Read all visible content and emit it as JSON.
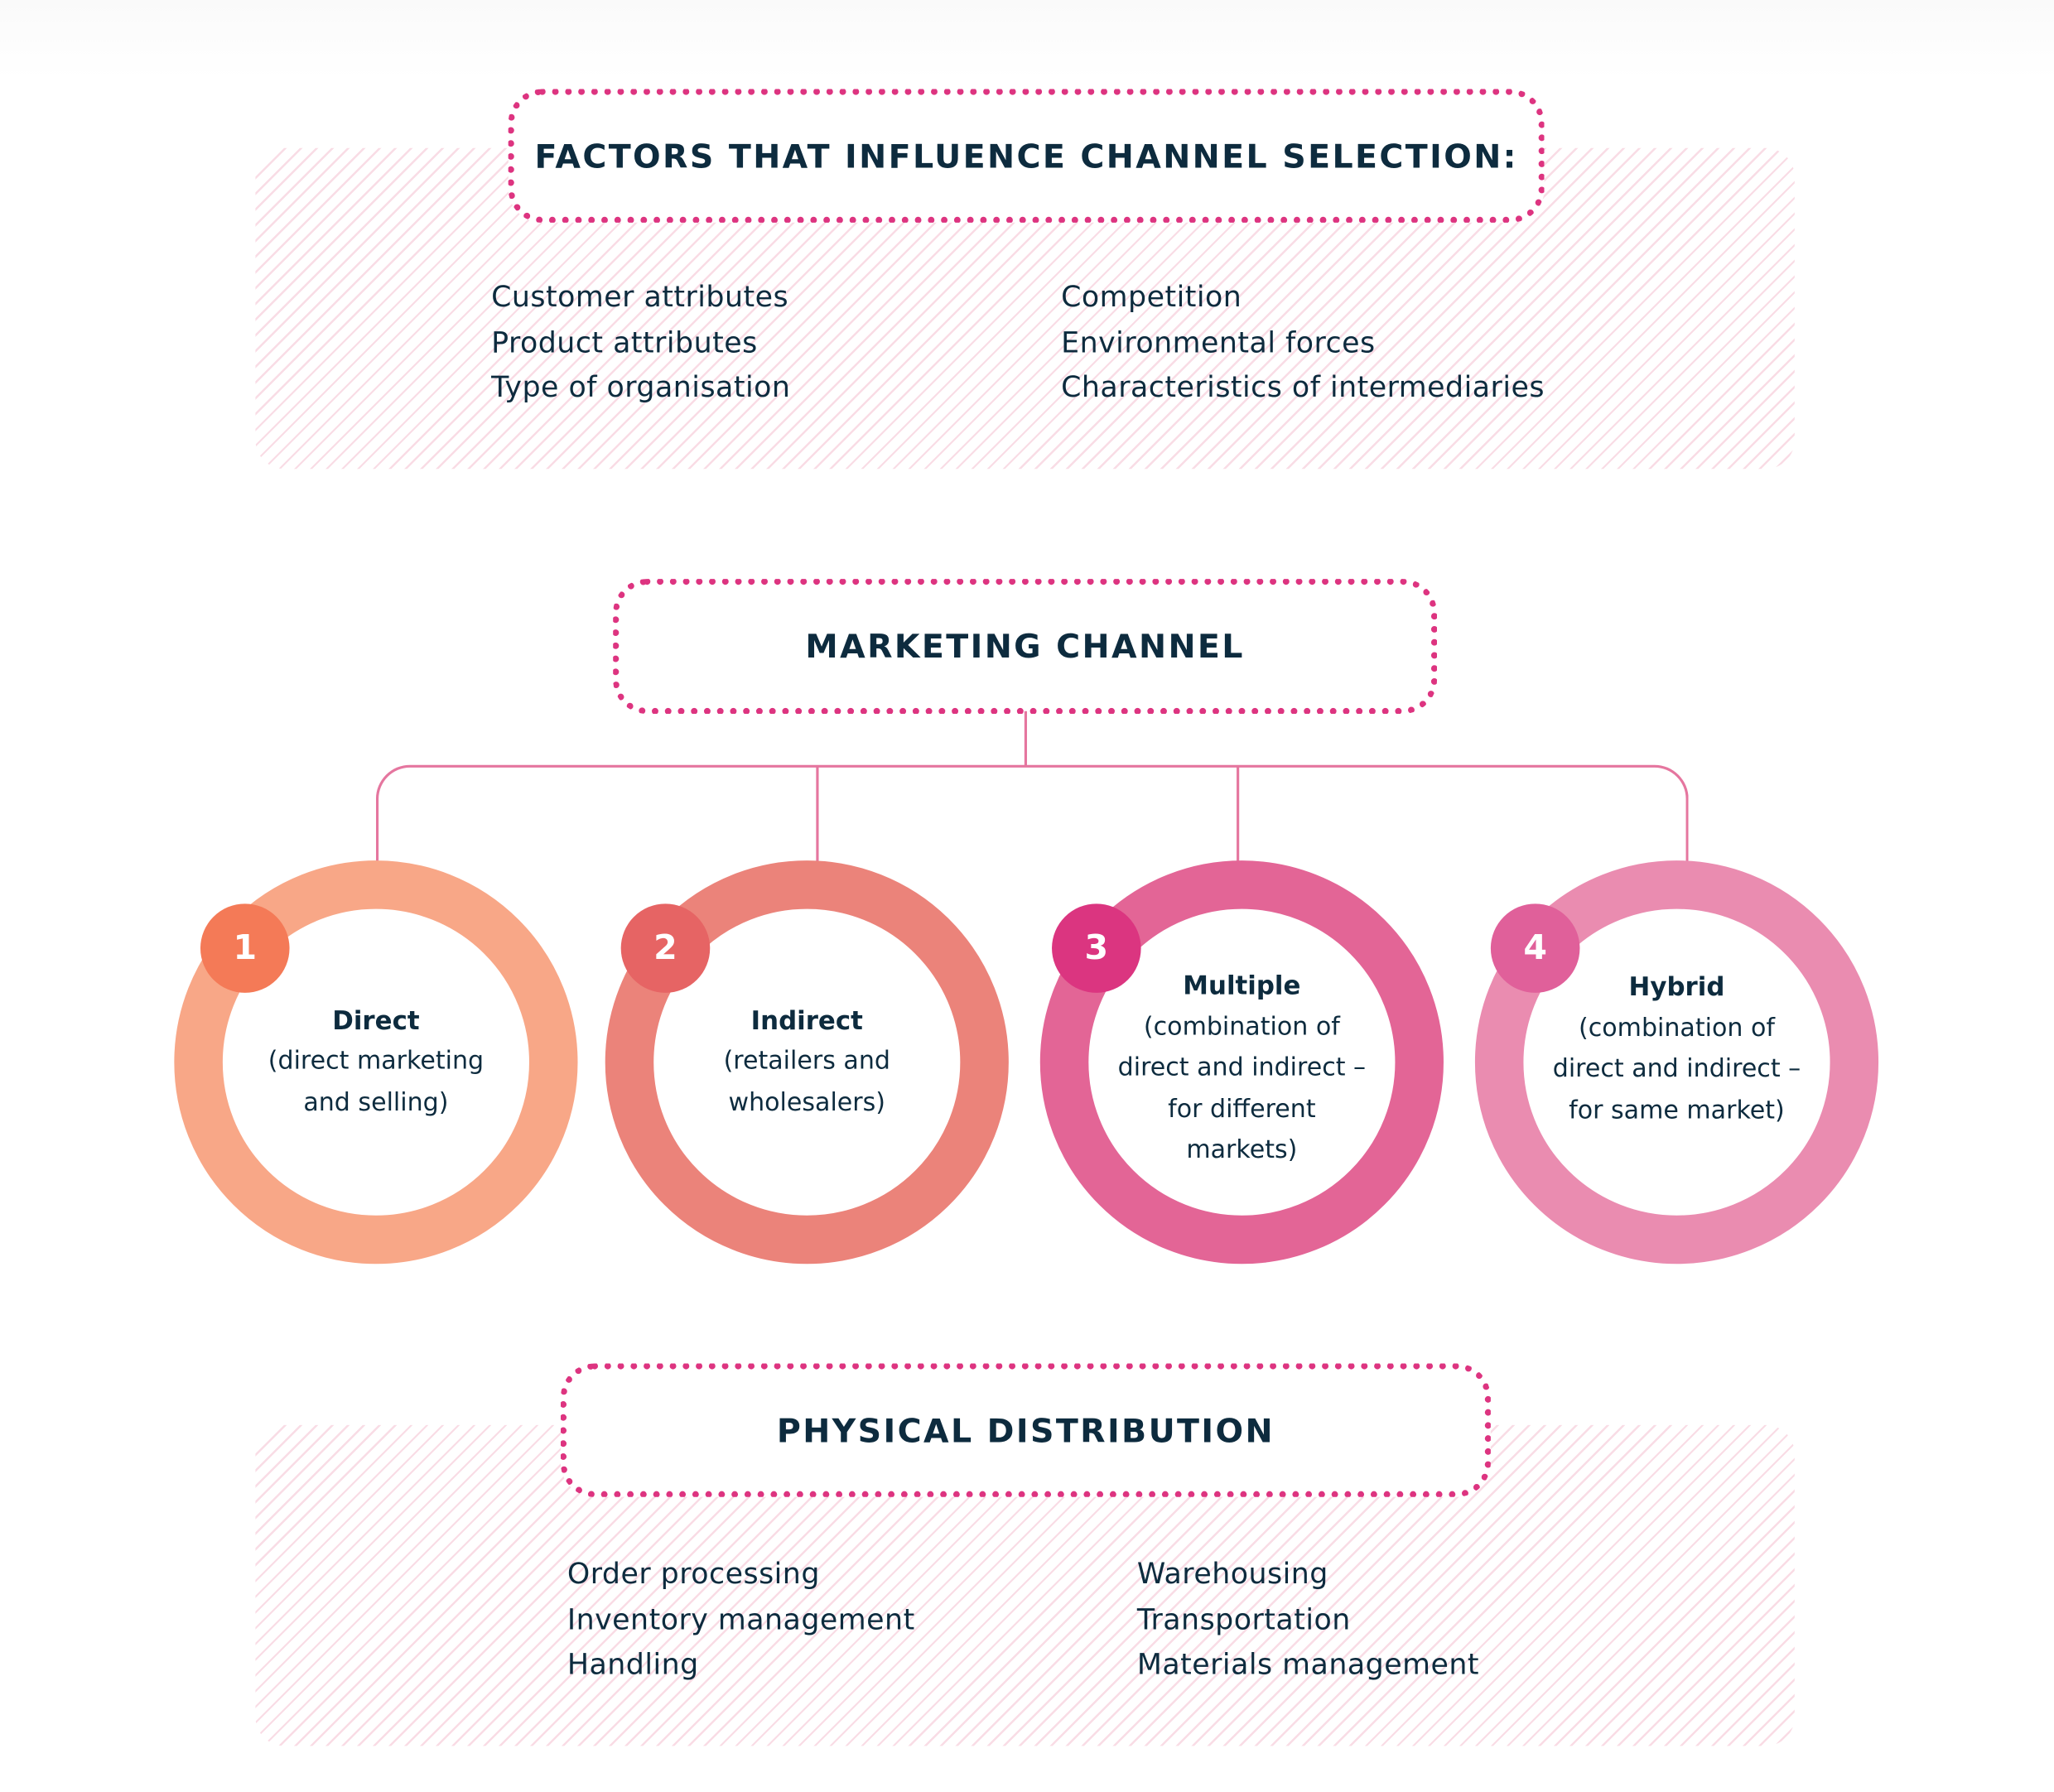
{
  "factors": {
    "title": "FACTORS THAT INFLUENCE CHANNEL SELECTION:",
    "left": [
      "Customer attributes",
      "Product attributes",
      "Type of organisation"
    ],
    "right": [
      "Competition",
      "Environmental forces",
      "Characteristics of intermediaries"
    ]
  },
  "channel": {
    "title": "MARKETING CHANNEL",
    "types": [
      {
        "number": "1",
        "name": "Direct",
        "desc": [
          "(direct marketing",
          "and selling)"
        ],
        "ring_color": "#F8A787",
        "badge_color": "#F47A57"
      },
      {
        "number": "2",
        "name": "Indirect",
        "desc": [
          "(retailers and",
          "wholesalers)"
        ],
        "ring_color": "#EB837A",
        "badge_color": "#E66464"
      },
      {
        "number": "3",
        "name": "Multiple",
        "desc": [
          "(combination of",
          "direct and indirect –",
          "for different",
          "markets)"
        ],
        "ring_color": "#E36596",
        "badge_color": "#DB3580"
      },
      {
        "number": "4",
        "name": "Hybrid",
        "desc": [
          "(combination of",
          "direct and indirect –",
          "for same market)"
        ],
        "ring_color": "#EA8CB0",
        "badge_color": "#E0609A"
      }
    ]
  },
  "physical": {
    "title": "PHYSICAL DISTRIBUTION",
    "left": [
      "Order processing",
      "Inventory management",
      "Handling"
    ],
    "right": [
      "Warehousing",
      "Transportation",
      "Materials management"
    ]
  }
}
